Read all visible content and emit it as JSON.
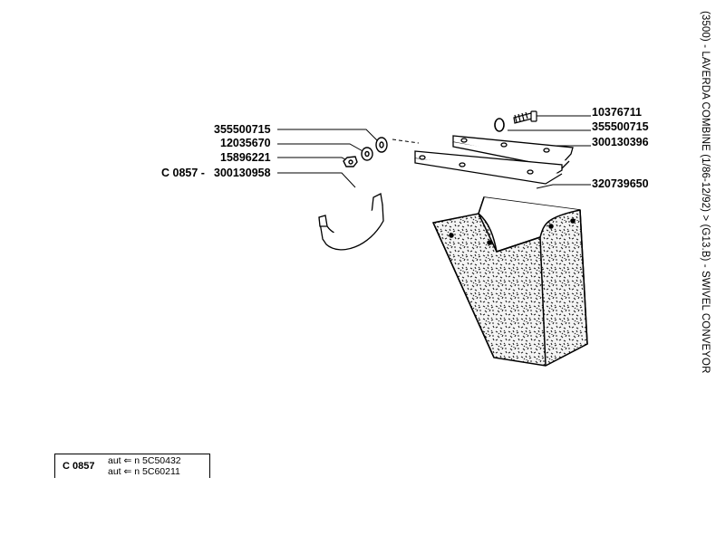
{
  "sidebar_title": "(3500) - LAVERDA COMBINE (1/86-12/92) > (G13.B) - SWIVEL CONVEYOR",
  "parts": {
    "bolt": "10376711",
    "washer_right": "355500715",
    "bracket": "300130396",
    "hopper": "320739650",
    "washer_left": "355500715",
    "lock_washer": "12035670",
    "nut": "15896221",
    "clamp_prefix": "C 0857 -",
    "clamp": "300130958"
  },
  "legend": {
    "code": "C 0857",
    "rows": [
      {
        "prefix": "aut",
        "arrow": "⇐",
        "n": "n",
        "serial": "5C50432"
      },
      {
        "prefix": "aut",
        "arrow": "⇐",
        "n": "n",
        "serial": "5C60211"
      }
    ]
  }
}
